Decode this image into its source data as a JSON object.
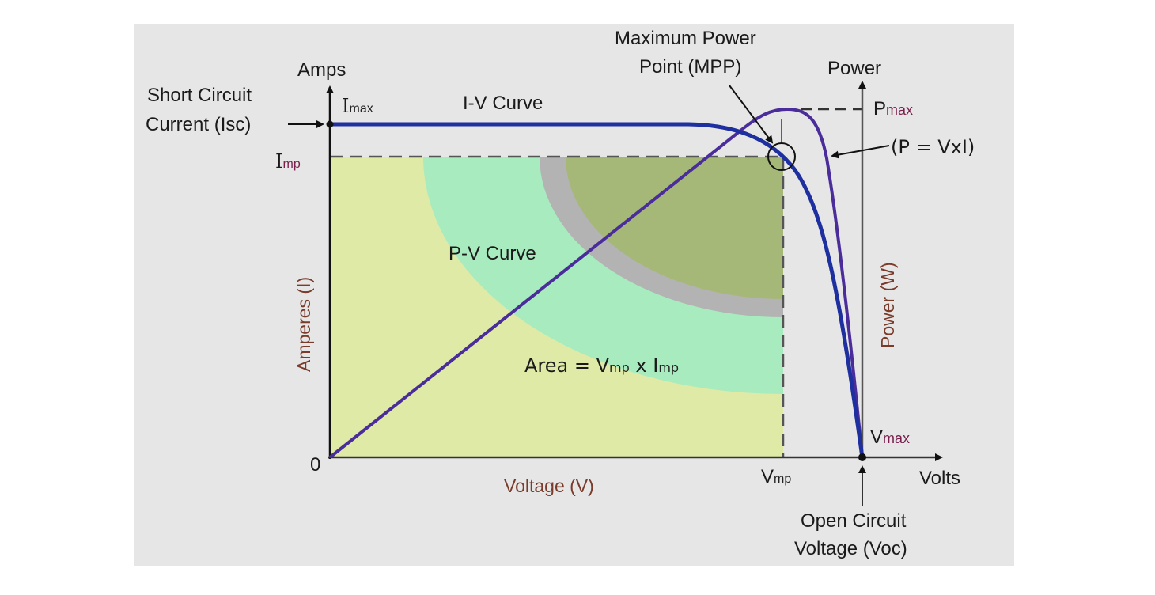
{
  "diagram": {
    "title": "Solar cell I-V and P-V characteristic curves",
    "colors": {
      "background": "#e6e6e6",
      "area_light": "#dfeaa6",
      "area_green": "#a8ebbf",
      "ring_gray": "#b3b3b3",
      "area_olive": "#a6b877",
      "iv_curve": "#1e2fa0",
      "pv_curve": "#4a2d9a",
      "axis_label": "#7a3b2a"
    },
    "left_axis": {
      "top_label": "Amps",
      "title": "Amperes (I)",
      "origin": "0",
      "imax_main": "I",
      "imax_sub": "max",
      "imp_main": "I",
      "imp_sub": "mp"
    },
    "right_axis": {
      "top_label": "Power",
      "title": "Power (W)",
      "pmax_main": "P",
      "pmax_sub": "max",
      "vmax_main": "V",
      "vmax_sub": "max"
    },
    "x_axis": {
      "title": "Voltage (V)",
      "end_label": "Volts",
      "vmp_main": "V",
      "vmp_sub": "mp"
    },
    "annotations": {
      "isc_line1": "Short Circuit",
      "isc_line2": "Current (Isc)",
      "mpp_line1": "Maximum Power",
      "mpp_line2": "Point (MPP)",
      "power_formula": "(P = VxI)",
      "iv_curve": "I-V Curve",
      "pv_curve": "P-V Curve",
      "area_prefix": "Area = V",
      "area_vsub": "mp",
      "area_mid": " x I",
      "area_isub": "mp",
      "voc_line1": "Open Circuit",
      "voc_line2": "Voltage (Voc)"
    }
  },
  "chart_data": {
    "type": "line",
    "title": "I-V and P-V Curves",
    "xlabel": "Voltage (V)",
    "ylabel": "Amperes (I)",
    "y2label": "Power (W)",
    "series": [
      {
        "name": "I-V Curve",
        "x": [
          0,
          0.5,
          0.8,
          0.9,
          0.95,
          1.0
        ],
        "y": [
          1.0,
          1.0,
          0.98,
          0.9,
          0.6,
          0.0
        ]
      },
      {
        "name": "P-V Curve",
        "x": [
          0,
          0.5,
          0.8,
          0.86,
          0.95,
          1.0
        ],
        "y": [
          0,
          0.55,
          0.93,
          1.0,
          0.7,
          0.0
        ]
      }
    ],
    "annotations": [
      "Isc",
      "Imax",
      "Imp",
      "Vmp",
      "Voc",
      "Vmax",
      "Pmax",
      "MPP",
      "Area = Vmp x Imp"
    ]
  }
}
